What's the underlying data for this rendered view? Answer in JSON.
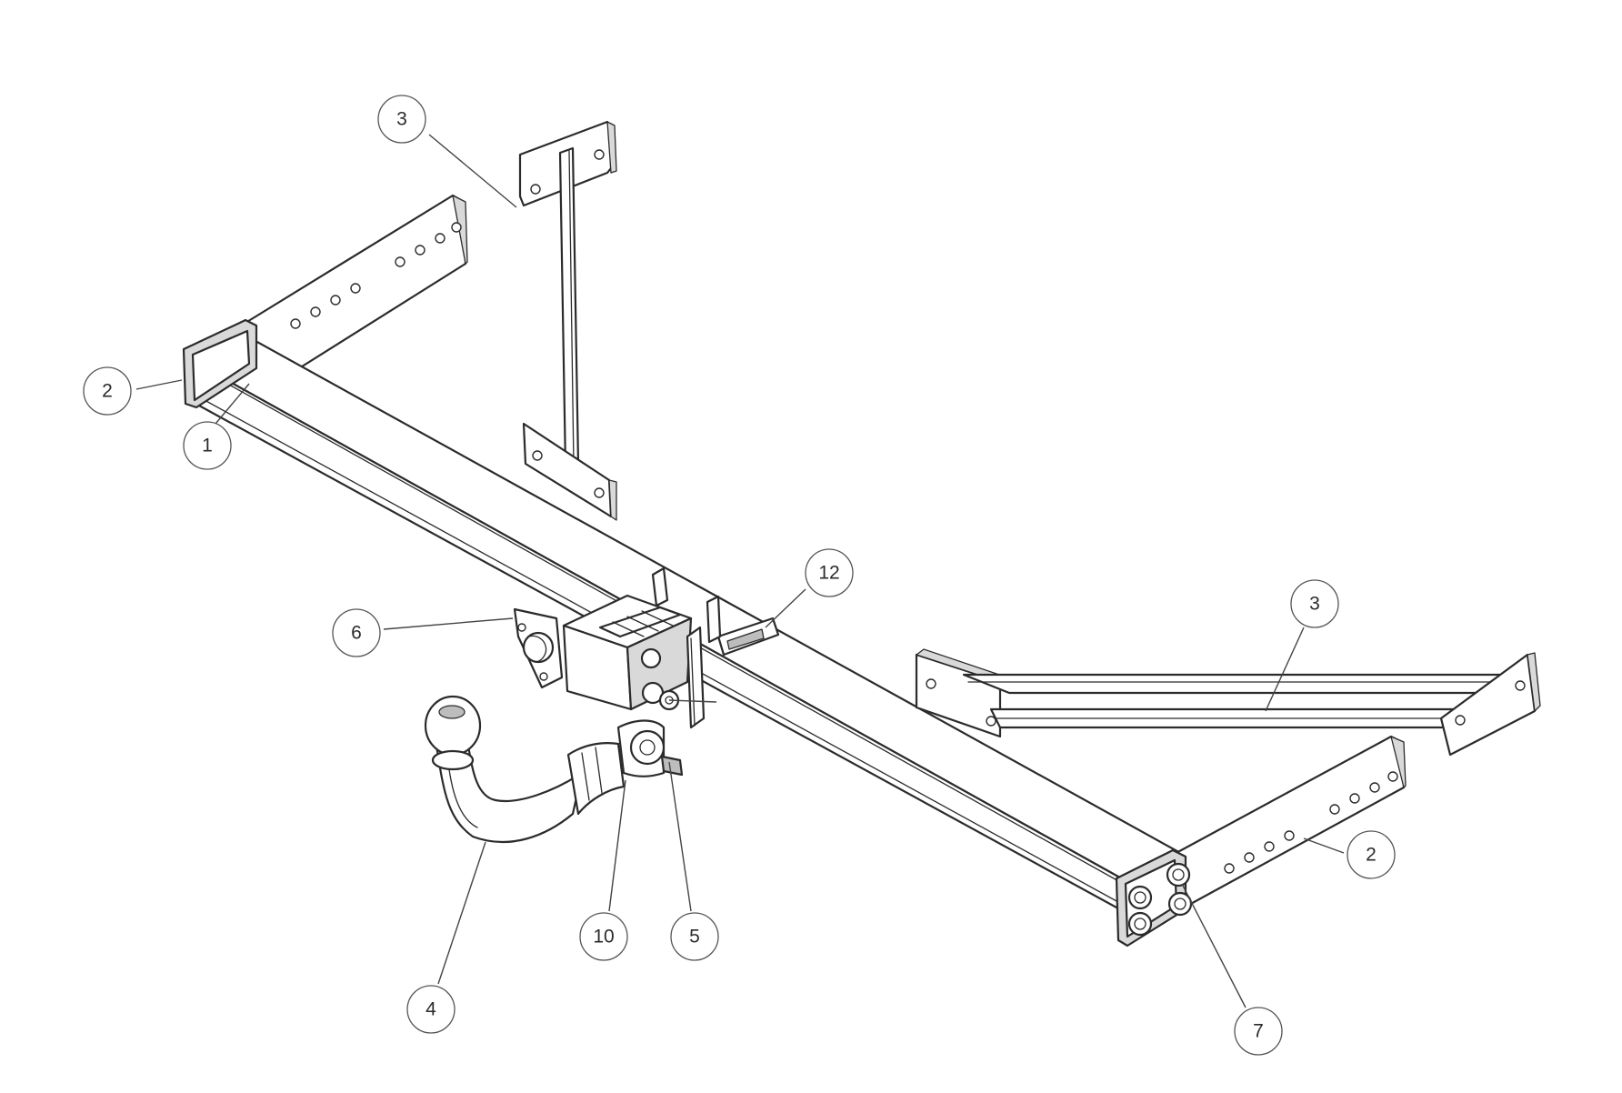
{
  "diagram": {
    "balloons": [
      {
        "id": "b3-top",
        "label": "3"
      },
      {
        "id": "b2-left",
        "label": "2"
      },
      {
        "id": "b1",
        "label": "1"
      },
      {
        "id": "b6",
        "label": "6"
      },
      {
        "id": "b12",
        "label": "12"
      },
      {
        "id": "b3-right",
        "label": "3"
      },
      {
        "id": "b2-right",
        "label": "2"
      },
      {
        "id": "b4",
        "label": "4"
      },
      {
        "id": "b10",
        "label": "10"
      },
      {
        "id": "b5",
        "label": "5"
      },
      {
        "id": "b7",
        "label": "7"
      }
    ]
  }
}
